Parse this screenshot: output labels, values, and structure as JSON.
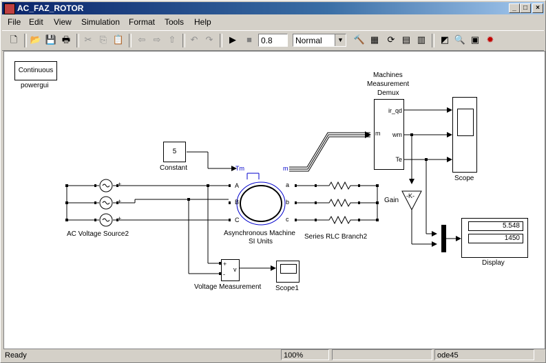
{
  "window": {
    "title": "AC_FAZ_ROTOR"
  },
  "menu": [
    "File",
    "Edit",
    "View",
    "Simulation",
    "Format",
    "Tools",
    "Help"
  ],
  "toolbar": {
    "stop_time": "0.8",
    "sim_mode": "Normal"
  },
  "blocks": {
    "powergui": {
      "text": "Continuous",
      "label": "powergui"
    },
    "demux": {
      "label1": "Machines",
      "label2": "Measurement",
      "label3": "Demux",
      "port_in": "m",
      "out1": "ir_qd",
      "out2": "wm",
      "out3": "Te"
    },
    "constant": {
      "value": "5",
      "label": "Constant"
    },
    "machine": {
      "label1": "Asynchronous Machine",
      "label2": "SI Units",
      "tm": "Tm",
      "m": "m",
      "a_in": "A",
      "b_in": "B",
      "c_in": "C",
      "a_out": "a",
      "b_out": "b",
      "c_out": "c"
    },
    "ac_source": {
      "label": "AC Voltage Source2"
    },
    "rlc": {
      "label": "Series RLC Branch2"
    },
    "gain": {
      "text": "-K-",
      "label": "Gain"
    },
    "scope": {
      "label": "Scope"
    },
    "display": {
      "label": "Display",
      "v1": "5.548",
      "v2": "1450"
    },
    "vmeas": {
      "label": "Voltage Measurement",
      "plus": "+",
      "minus": "-",
      "v": "v"
    },
    "scope1": {
      "label": "Scope1"
    }
  },
  "status": {
    "state": "Ready",
    "zoom": "100%",
    "solver": "ode45"
  }
}
